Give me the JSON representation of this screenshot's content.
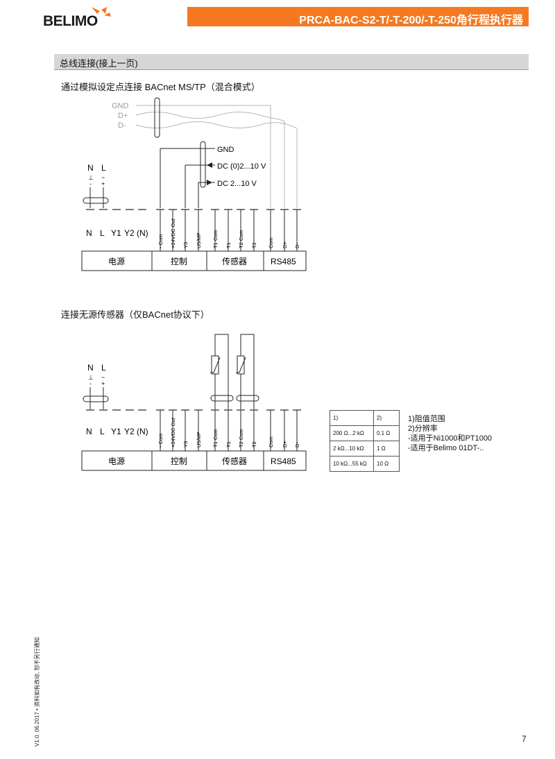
{
  "header": {
    "logo": "BELIMO",
    "title": "PRCA-BAC-S2-T/-T-200/-T-250角行程执行器"
  },
  "section": {
    "title": "总线连接(接上一页)"
  },
  "diagram1": {
    "heading": "通过模拟设定点连接 BACnet MS/TP（混合模式）",
    "bus_labels": [
      "GND",
      "D+",
      "D-"
    ],
    "ctrl_labels": [
      "GND",
      "DC (0)2...10 V",
      "DC 2...10 V"
    ]
  },
  "diagram2": {
    "heading": "连接无源传感器（仅BACnet协议下）"
  },
  "terminals": {
    "n": "N",
    "l": "L",
    "power_symbols": [
      "⊥",
      "~",
      "-",
      "+"
    ],
    "power": [
      "N",
      "L",
      "Y1",
      "Y2 (N)"
    ],
    "control": [
      "- Com",
      "+24VDC Out",
      "Y3",
      "U5/MP"
    ],
    "sensor": [
      "T1 Com",
      "T1",
      "T2 Com",
      "T2"
    ],
    "rs485": [
      "Com",
      "D+",
      "D-"
    ],
    "groups": [
      "电源",
      "控制",
      "传感器",
      "RS485"
    ]
  },
  "table": {
    "headers": [
      "1)",
      "2)"
    ],
    "rows": [
      [
        "200 Ω...2 kΩ",
        "0.1 Ω"
      ],
      [
        "2 kΩ...10 kΩ",
        "1 Ω"
      ],
      [
        "10 kΩ...55 kΩ",
        "10 Ω"
      ]
    ]
  },
  "notes": [
    "1)阻值范围",
    "2)分辨率",
    "-适用于Ni1000和PT1000",
    "-适用于Belimo 01DT-.."
  ],
  "footer": {
    "side": "V1.0. 06.2017 • 资料如有改动, 恕不另行通知",
    "page": "7"
  }
}
